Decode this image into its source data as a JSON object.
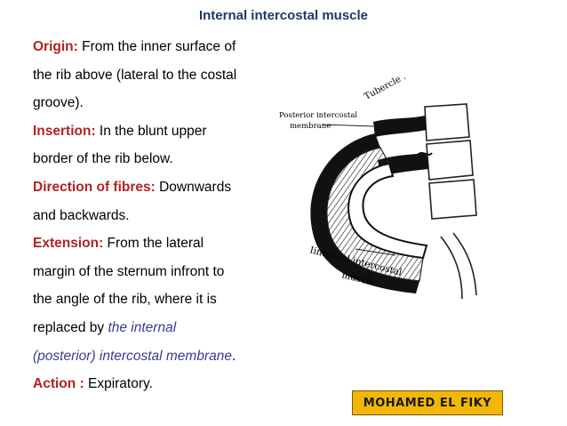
{
  "slide": {
    "title": "Internal intercostal muscle",
    "lines": [
      {
        "label": "Origin:",
        "text": " From the inner surface of"
      },
      {
        "text": "the rib above (lateral to the costal"
      },
      {
        "text": "groove)."
      },
      {
        "label": "Insertion:",
        "text": " In the blunt upper"
      },
      {
        "text": "border of the rib below."
      },
      {
        "label": "Direction of fibres:",
        "text": " Downwards"
      },
      {
        "text": "and backwards."
      },
      {
        "label": "Extension:",
        "text": " From the lateral"
      },
      {
        "text": "margin of the sternum infront to"
      },
      {
        "text": "the angle of the rib, where it is"
      },
      {
        "text": "replaced by ",
        "emph": "the internal"
      },
      {
        "emph": "(posterior) intercostal membrane",
        "tail": "."
      },
      {
        "label": "Action :",
        "text": " Expiratory."
      }
    ]
  },
  "figure": {
    "label_tubercle": "Tubercle .",
    "label_membrane_1": "Posterior intercostal",
    "label_membrane_2": "membrane",
    "label_muscle_1": "Iinternal intercostal",
    "label_muscle_2": "muscle"
  },
  "signature": {
    "text": "MOHAMED EL FIKY"
  },
  "colors": {
    "title": "#1f3864",
    "label": "#b22222",
    "emphasis": "#3b3b8f",
    "signature_bg": "#f2b705"
  }
}
